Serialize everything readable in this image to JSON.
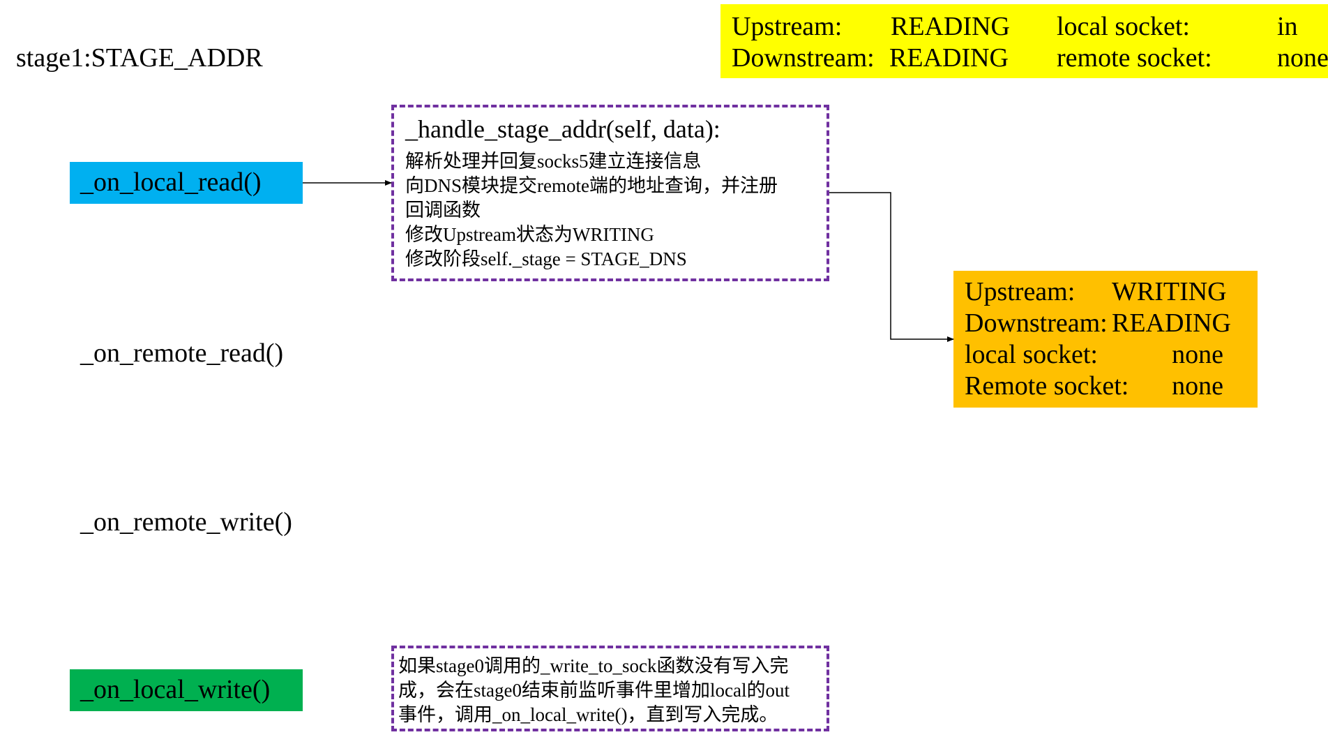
{
  "stage_title": "stage1:STAGE_ADDR",
  "top_state": {
    "upstream_label": "Upstream:",
    "upstream_value": "READING",
    "downstream_label": "Downstream:",
    "downstream_value": "READING",
    "local_socket_label": "local socket:",
    "local_socket_value": "in",
    "remote_socket_label": "remote socket:",
    "remote_socket_value": "none"
  },
  "functions": {
    "on_local_read": "_on_local_read()",
    "on_remote_read": "_on_remote_read()",
    "on_remote_write": "_on_remote_write()",
    "on_local_write": "_on_local_write()"
  },
  "handler": {
    "title": "_handle_stage_addr(self, data):",
    "lines": [
      "解析处理并回复socks5建立连接信息",
      "向DNS模块提交remote端的地址查询，并注册",
      "回调函数",
      "修改Upstream状态为WRITING",
      "修改阶段self._stage = STAGE_DNS"
    ]
  },
  "result_state": {
    "upstream_label": "Upstream:",
    "upstream_value": "WRITING",
    "downstream_label": "Downstream:",
    "downstream_value": "READING",
    "local_socket_label": "local socket:",
    "local_socket_value": "none",
    "remote_socket_label": "Remote socket:",
    "remote_socket_value": "none"
  },
  "note": {
    "lines": [
      "如果stage0调用的_write_to_sock函数没有写入完",
      "成，会在stage0结束前监听事件里增加local的out",
      "事件，调用_on_local_write()，直到写入完成。"
    ]
  },
  "colors": {
    "local_read_fill": "#00b0f0",
    "local_write_fill": "#00b050",
    "top_state_fill": "#ffff00",
    "result_state_fill": "#ffc000",
    "dashed_border": "#7030a0"
  }
}
